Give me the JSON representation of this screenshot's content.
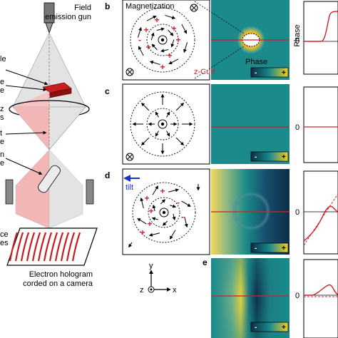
{
  "microscope": {
    "source_label_1": "Field",
    "source_label_2": "emission gun",
    "side_labels": [
      "le",
      "e",
      "e",
      "z",
      "s",
      "t",
      "e",
      "n",
      "e",
      "ce",
      "es"
    ],
    "hologram_label_1": "Electron hologram",
    "hologram_label_2": "corded on a camera"
  },
  "panels": {
    "b": {
      "letter": "b",
      "title": "Magnetization",
      "phase_label": "Phase",
      "curl_label": "z-Curl",
      "cbar_minus": "-",
      "cbar_plus": "+"
    },
    "c": {
      "letter": "c",
      "cbar_minus": "-",
      "cbar_plus": "+"
    },
    "d": {
      "letter": "d",
      "tilt_label": "tilt",
      "cbar_minus": "-",
      "cbar_plus": "+"
    },
    "e": {
      "letter": "e",
      "cbar_minus": "-",
      "cbar_plus": "+"
    }
  },
  "plots": {
    "b": {
      "ylabel": "Phase",
      "zero": "0"
    },
    "c": {
      "zero": "0"
    },
    "d": {
      "zero": "0"
    },
    "e": {
      "zero": "0"
    }
  },
  "axes": {
    "y": "y",
    "x": "x",
    "z": "z"
  },
  "colors": {
    "teal": "#1a8a8a",
    "yellow": "#f2cc2a",
    "navy": "#0d2d48",
    "red": "#d0202a",
    "pink": "#f2b6b6",
    "grey": "#d9d9d9"
  }
}
